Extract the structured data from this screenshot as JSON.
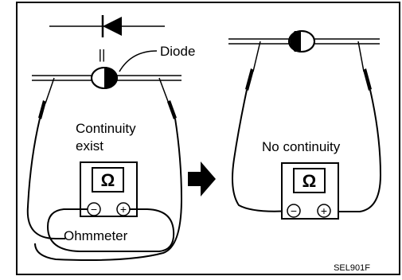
{
  "labels": {
    "diode": "Diode",
    "continuity_exist_line1": "Continuity",
    "continuity_exist_line2": "exist",
    "no_continuity": "No continuity",
    "ohmmeter": "Ohmmeter",
    "ohm_symbol": "Ω",
    "minus": "−",
    "plus": "+",
    "equivalence": "||",
    "figure_code": "SEL901F"
  },
  "icons": {
    "diode_symbol": "diode-schematic-icon",
    "arrow": "right-arrow-icon"
  },
  "colors": {
    "ink": "#000000",
    "background": "#ffffff"
  }
}
